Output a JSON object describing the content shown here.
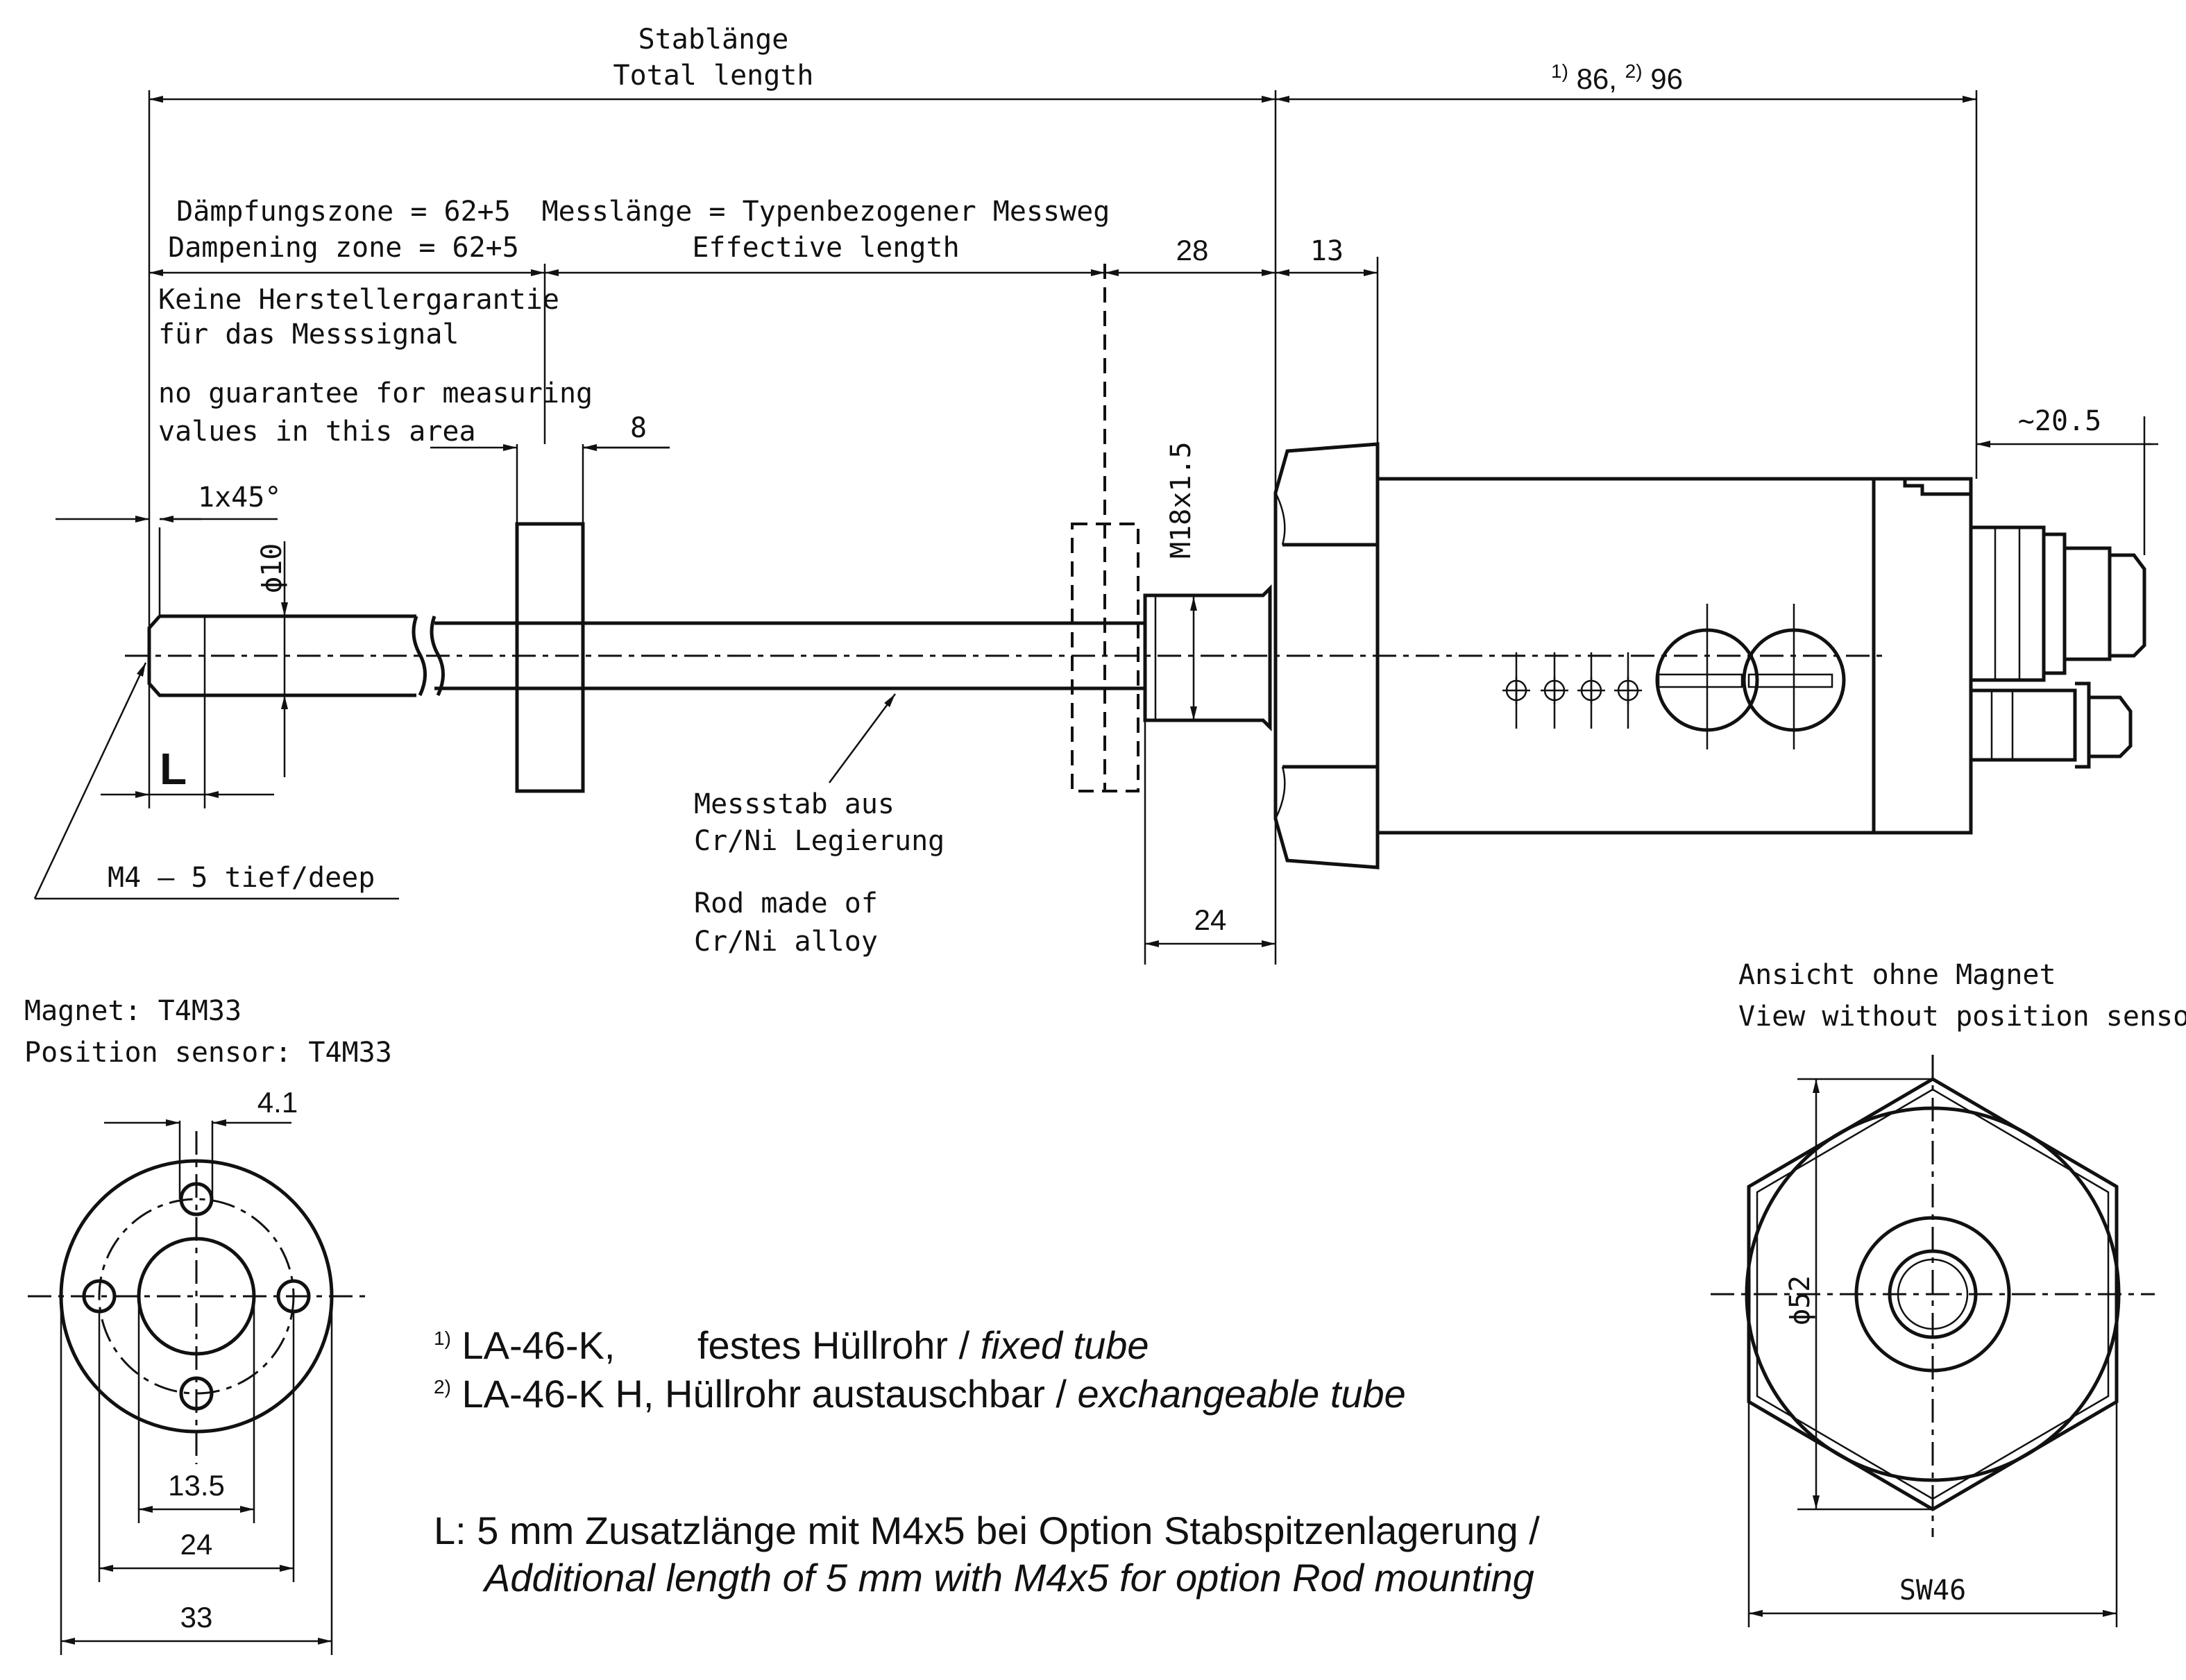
{
  "labels": {
    "total_de": "Stablänge",
    "total_en": "Total length",
    "head_len_sup1": "1)",
    "head_len_v1": " 86, ",
    "head_len_sup2": "2)",
    "head_len_v2": " 96",
    "damp_de": "Dämpfungszone = 62+5",
    "damp_en": "Dampening zone = 62+5",
    "meas_de": "Messlänge = Typenbezogener Messweg",
    "meas_en": "Effective length",
    "dim_28": "28",
    "dim_13": "13",
    "warn_de_1": "Keine Herstellergarantie",
    "warn_de_2": "für das Messsignal",
    "warn_en_1": "no guarantee for measuring",
    "warn_en_2": "values in this area",
    "dim_8": "8",
    "dim_20_5": "~20.5",
    "chamfer": "1x45°",
    "dia_10": "ϕ10",
    "thread_m18": "M18x1.5",
    "L": "L",
    "m4": "M4 – 5 tief/deep",
    "rod_de_1": "Messstab aus",
    "rod_de_2": "Cr/Ni Legierung",
    "rod_en_1": "Rod made of",
    "rod_en_2": "Cr/Ni alloy",
    "dim_24_rod": "24",
    "magnet_1": "Magnet: T4M33",
    "magnet_2": "Position sensor: T4M33",
    "dim_4_1": "4.1",
    "dim_13_5": "13.5",
    "dim_24": "24",
    "dim_33": "33",
    "view_de": "Ansicht ohne Magnet",
    "view_en": "View without position sensor",
    "dia_52": "ϕ52",
    "sw46": "SW46"
  },
  "notes": {
    "n1_sup": "1)",
    "n1_a": " LA-46-K,",
    "n1_b": "festes Hüllrohr / ",
    "n1_c": "fixed tube",
    "n2_sup": "2)",
    "n2_a": " LA-46-K H, Hüllrohr austauschbar / ",
    "n2_c": "exchangeable tube",
    "l_line1": "L: 5 mm Zusatzlänge mit M4x5 bei Option Stabspitzenlagerung /",
    "l_line2": "Additional length of 5 mm with M4x5 for option Rod mounting"
  }
}
